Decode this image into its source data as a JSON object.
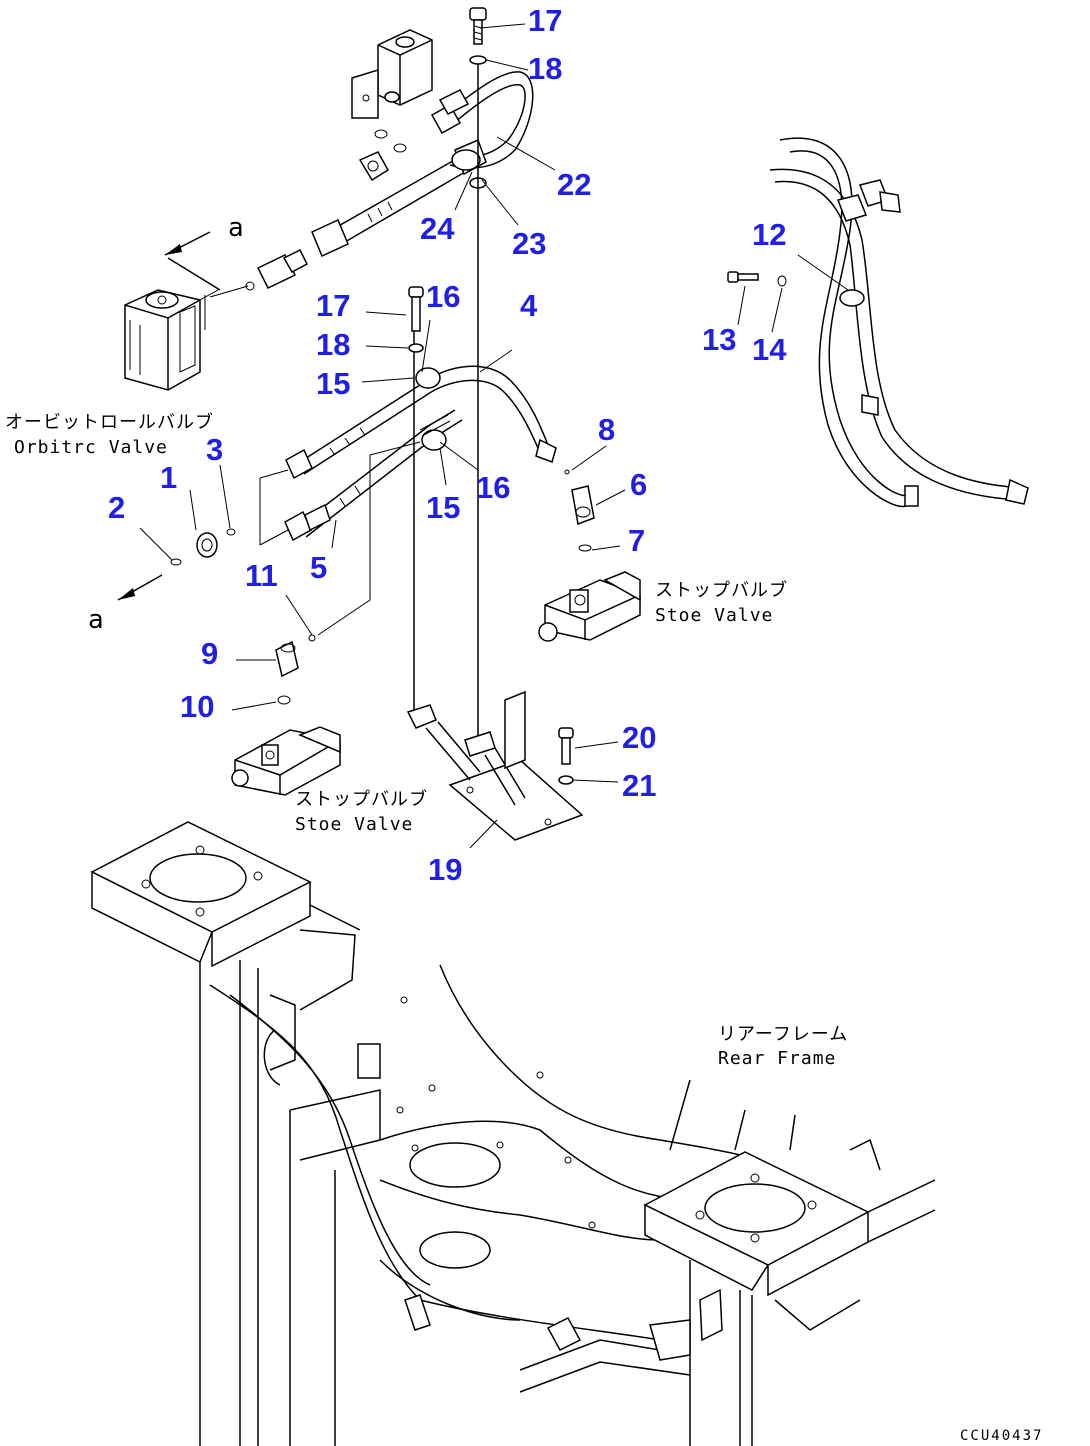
{
  "labels": {
    "orbitrol_jp": "オービットロールバルブ",
    "orbitrol_en": "Orbitrc  Valve",
    "stop_valve_1_jp": "ストップバルブ",
    "stop_valve_1_en": "Stoe Valve",
    "stop_valve_2_jp": "ストップバルブ",
    "stop_valve_2_en": "Stoe Valve",
    "rear_frame_jp": "リアーフレーム",
    "rear_frame_en": "Rear Frame",
    "view_a_top": "a",
    "view_a_bottom": "a",
    "drawing_code": "CCU40437"
  },
  "callouts": {
    "n1": "1",
    "n2": "2",
    "n3": "3",
    "n4": "4",
    "n5": "5",
    "n6": "6",
    "n7": "7",
    "n8": "8",
    "n9": "9",
    "n10": "10",
    "n11": "11",
    "n12": "12",
    "n13": "13",
    "n14": "14",
    "n15a": "15",
    "n15b": "15",
    "n16a": "16",
    "n16b": "16",
    "n17a": "17",
    "n17b": "17",
    "n18a": "18",
    "n18b": "18",
    "n19": "19",
    "n20": "20",
    "n21": "21",
    "n22": "22",
    "n23": "23",
    "n24": "24"
  },
  "colors": {
    "callout": "#1f1fe8",
    "line": "#000000",
    "background": "#ffffff"
  }
}
